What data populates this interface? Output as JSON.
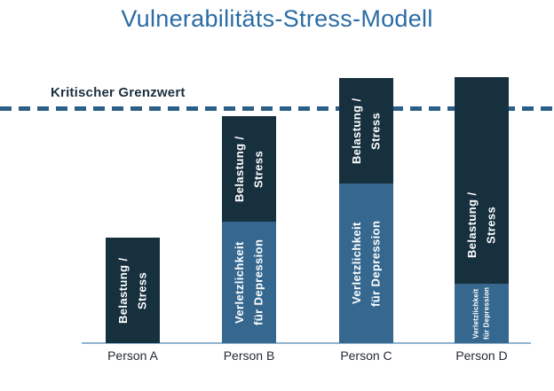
{
  "chart_data": {
    "type": "bar",
    "stacked": true,
    "title": "Vulnerabilitäts-Stress-Modell",
    "categories": [
      "Person A",
      "Person B",
      "Person C",
      "Person D"
    ],
    "series": [
      {
        "name": "Verletzlichkeit für Depression",
        "label": "Verletzlichkeit\nfür Depression",
        "color": "#36688f",
        "values": [
          0,
          137,
          180,
          67
        ]
      },
      {
        "name": "Belastung / Stress",
        "label": "Belastung /\nStress",
        "color": "#17303e",
        "values": [
          119,
          119,
          119,
          233
        ]
      }
    ],
    "threshold_line": {
      "label": "Kritischer Grenzwert",
      "value": 265,
      "style": "dashed",
      "color": "#2d5f86"
    },
    "xlabel": "",
    "ylabel": "",
    "ylim": [
      0,
      310
    ],
    "grid": false,
    "legend": "none (labels inside bar segments)"
  },
  "colors": {
    "title": "#2a6ca5",
    "stress_segment": "#17303e",
    "vulnerability_segment": "#36688f",
    "threshold_dash": "#2d5f86",
    "threshold_text": "#1d2f3f",
    "baseline": "#8fb3d0",
    "category_text": "#232b33",
    "segment_text": "#ffffff"
  }
}
